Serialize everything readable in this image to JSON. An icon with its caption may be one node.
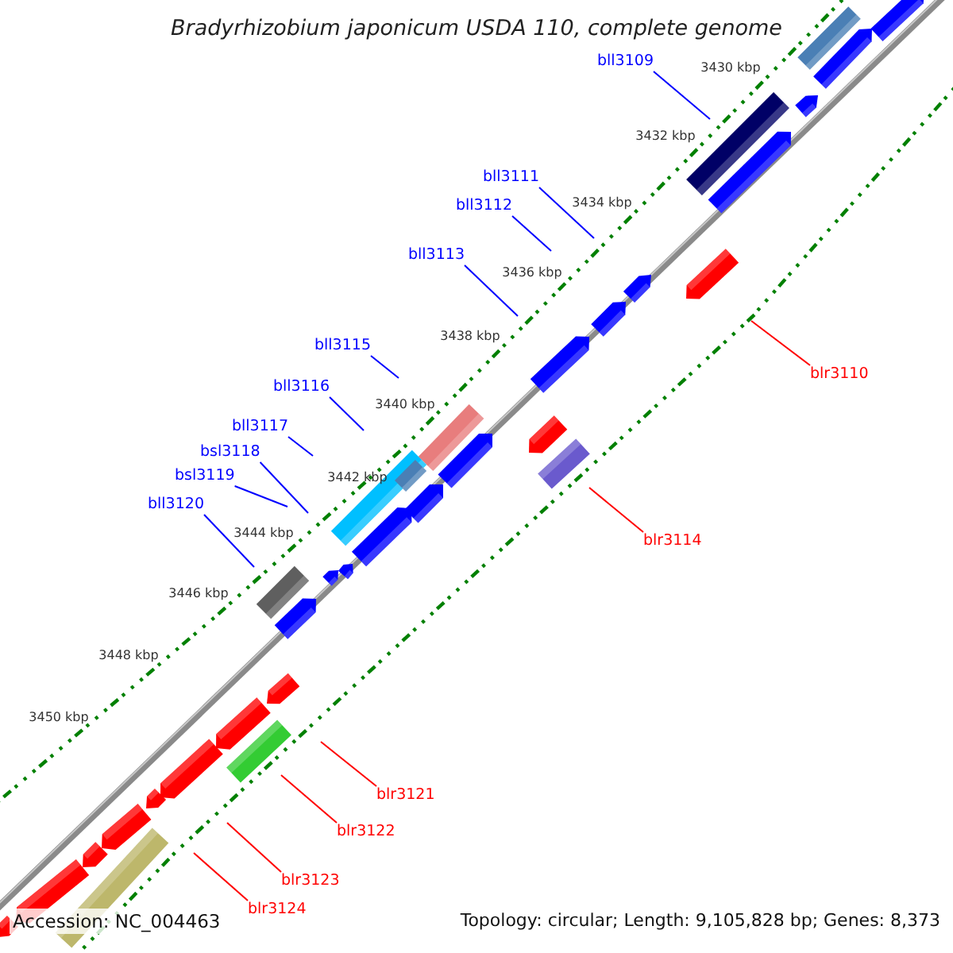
{
  "diagram": {
    "title": "Bradyrhizobium japonicum USDA 110, complete genome",
    "nodes": [
      {
        "text": [
          "bll3109"
        ]
      },
      {
        "text": [
          "bll3111"
        ]
      },
      {
        "text": [
          "bll3112"
        ]
      },
      {
        "text": [
          "bll3113"
        ]
      },
      {
        "text": [
          "bll3115"
        ]
      },
      {
        "text": [
          "bll3116"
        ]
      },
      {
        "text": [
          "bll3117"
        ]
      },
      {
        "text": [
          "bsl3118"
        ]
      },
      {
        "text": [
          "bsl3119"
        ]
      },
      {
        "text": [
          "bll3120"
        ]
      },
      {
        "text": [
          "blr3110"
        ]
      },
      {
        "text": [
          "blr3114"
        ]
      },
      {
        "text": [
          "blr3121"
        ]
      },
      {
        "text": [
          "blr3122"
        ]
      },
      {
        "text": [
          "blr3123"
        ]
      },
      {
        "text": [
          "blr3124"
        ]
      }
    ],
    "edges": [
      {
        "from": 0,
        "to": null,
        "arrow": "none"
      },
      {
        "from": 1,
        "to": null,
        "arrow": "none"
      },
      {
        "from": 2,
        "to": null,
        "arrow": "none"
      },
      {
        "from": 3,
        "to": null,
        "arrow": "none"
      },
      {
        "from": 4,
        "to": null,
        "arrow": "none"
      },
      {
        "from": 5,
        "to": null,
        "arrow": "none"
      },
      {
        "from": 6,
        "to": null,
        "arrow": "none"
      },
      {
        "from": 7,
        "to": null,
        "arrow": "none"
      },
      {
        "from": 8,
        "to": null,
        "arrow": "none"
      },
      {
        "from": 9,
        "to": null,
        "arrow": "none"
      },
      {
        "from": 10,
        "to": null,
        "arrow": "none",
        "color": "#ff0000"
      },
      {
        "from": 11,
        "to": null,
        "arrow": "none",
        "color": "#ff0000"
      },
      {
        "from": 12,
        "to": null,
        "arrow": "none",
        "color": "#ff0000"
      },
      {
        "from": 13,
        "to": null,
        "arrow": "none",
        "color": "#ff0000"
      },
      {
        "from": 14,
        "to": null,
        "arrow": "none",
        "color": "#ff0000"
      },
      {
        "from": 15,
        "to": null,
        "arrow": "none",
        "color": "#ff0000"
      }
    ],
    "labels": [
      "3430 kbp",
      "3432 kbp",
      "3434 kbp",
      "3436 kbp",
      "3438 kbp",
      "3440 kbp",
      "3442 kbp",
      "3444 kbp",
      "3446 kbp",
      "3448 kbp",
      "3450 kbp",
      "Accession: NC_004463",
      "Topology: circular; Length: 9,105,828 bp; Genes: 8,373"
    ]
  }
}
